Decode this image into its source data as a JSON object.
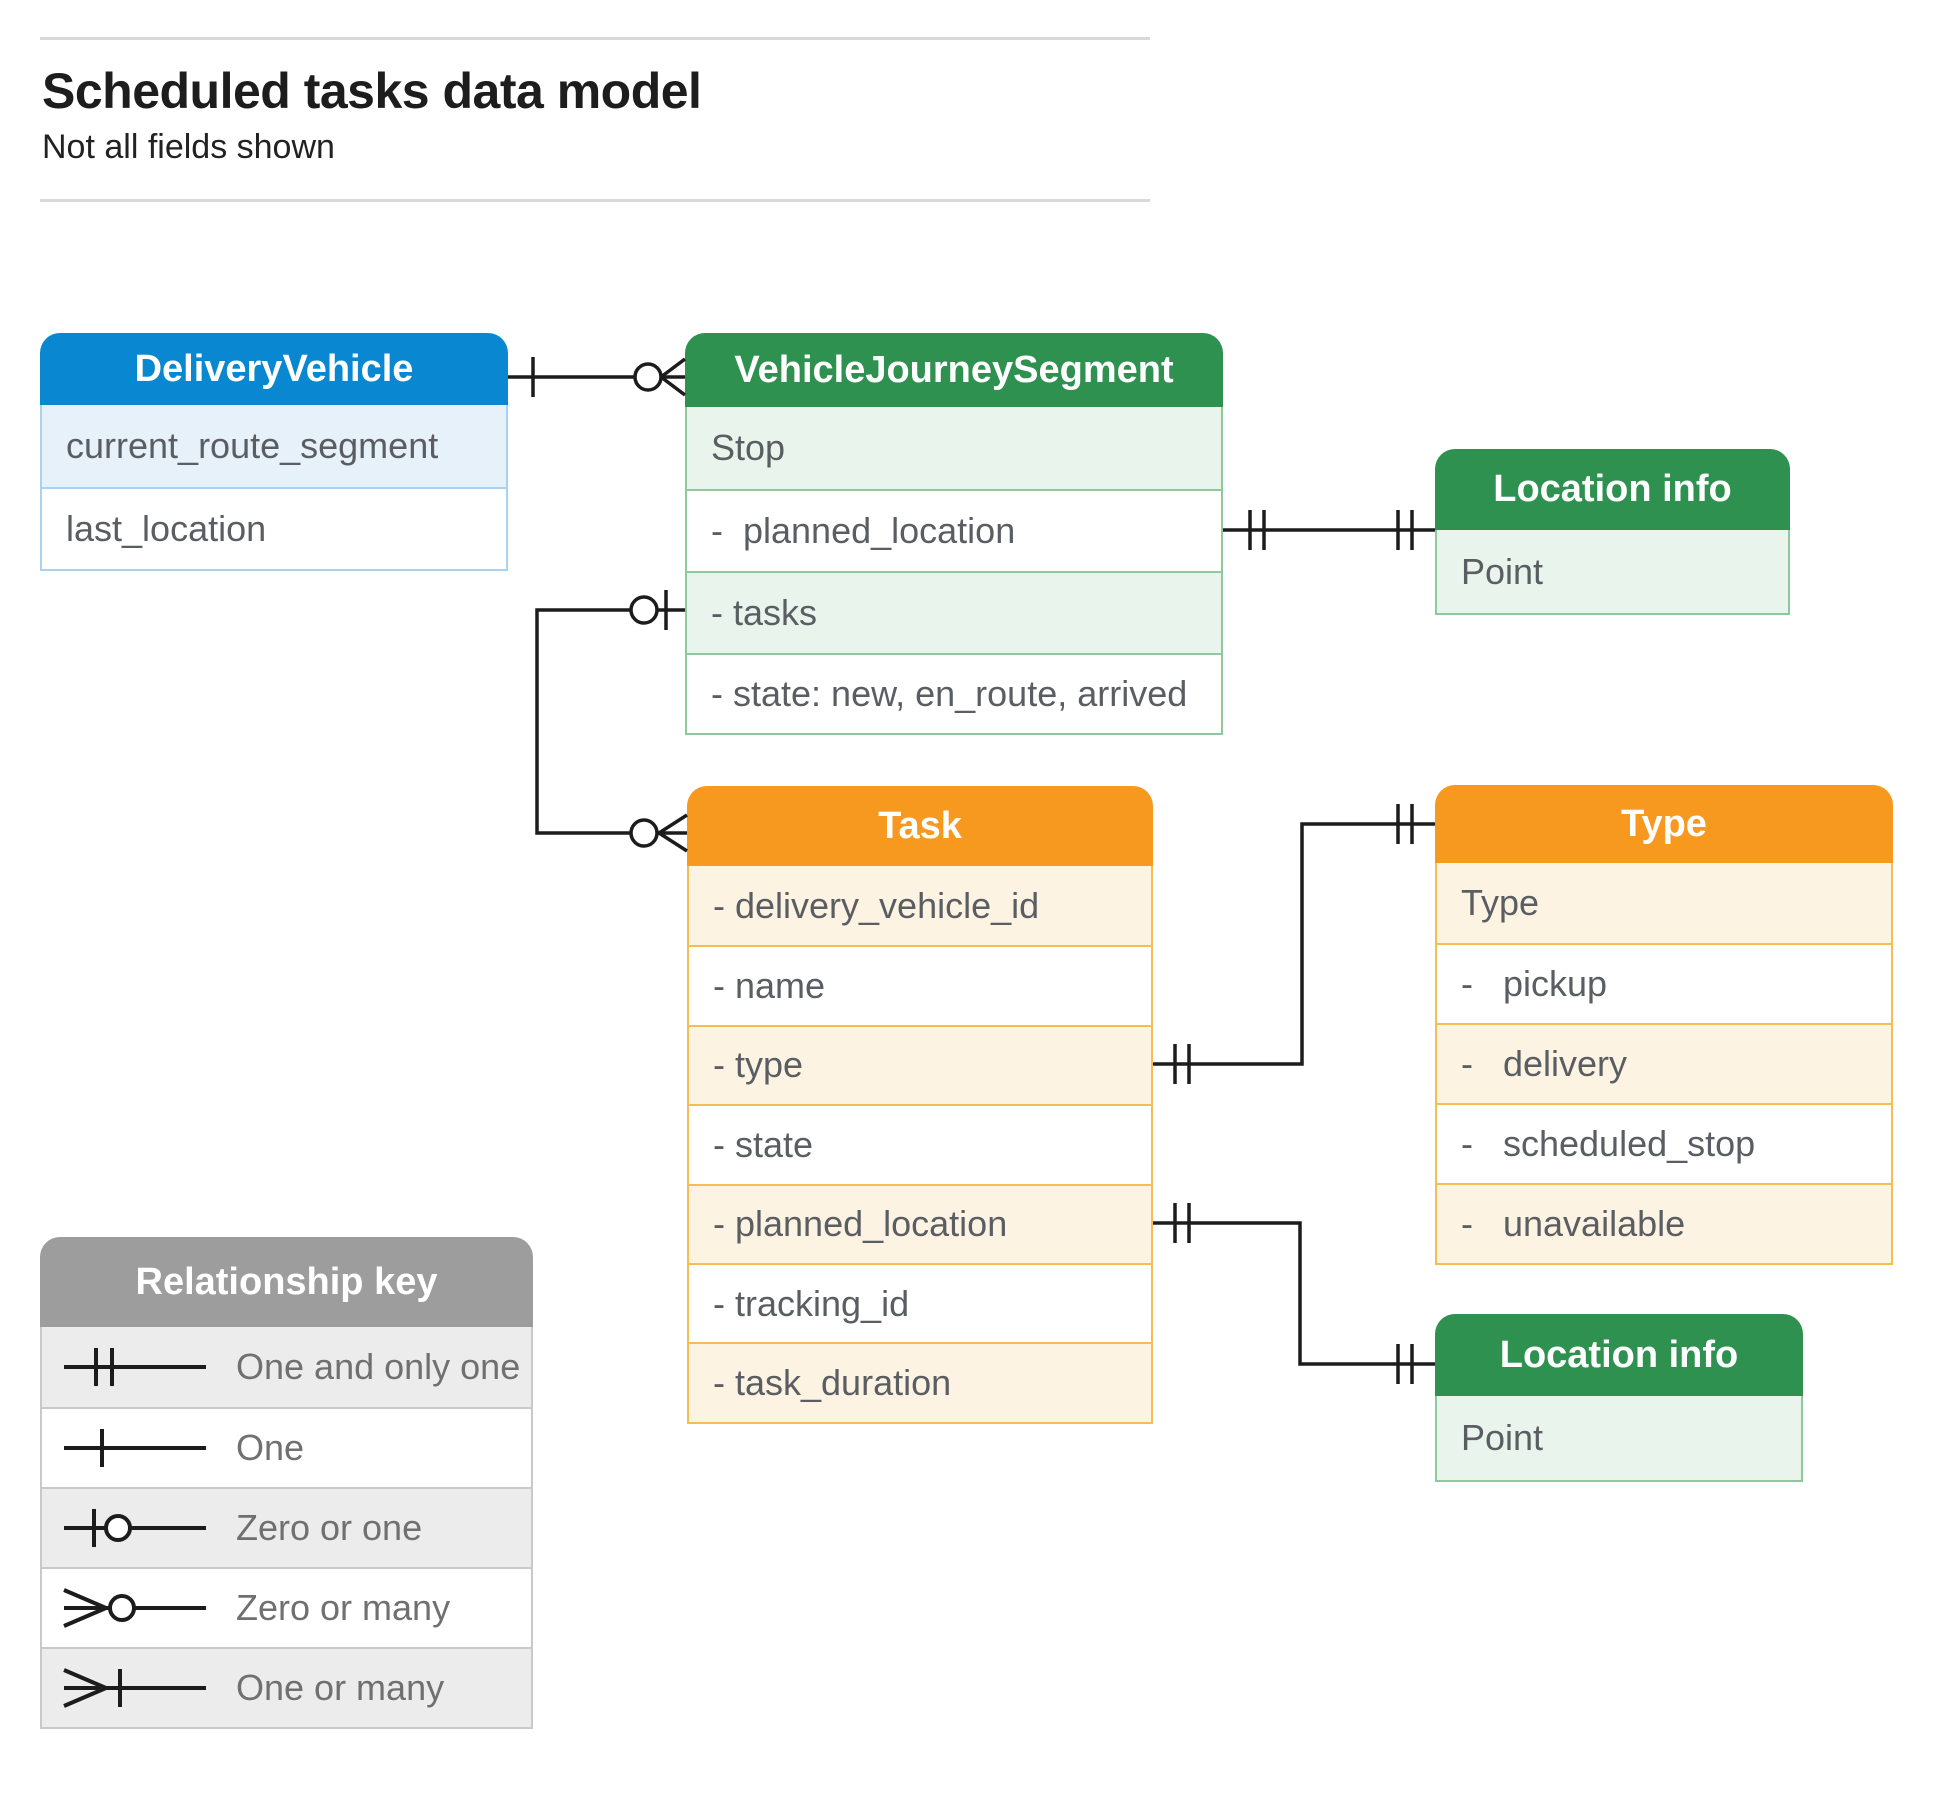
{
  "page": {
    "title": "Scheduled tasks data model",
    "subtitle": "Not all fields shown"
  },
  "colors": {
    "delivery_vehicle_header": "#0a87d1",
    "journey_segment_header": "#2e9150",
    "location_info_header": "#2e9150",
    "task_header": "#f8991f",
    "type_header": "#f8991f",
    "relationship_key_header": "#9d9d9d",
    "connector_line": "#1c1c1c",
    "field_text": "#5a5e63"
  },
  "entities": {
    "delivery_vehicle": {
      "title": "DeliveryVehicle",
      "rows": [
        "current_route_segment",
        "last_location"
      ]
    },
    "vehicle_journey_segment": {
      "title": "VehicleJourneySegment",
      "rows": [
        "Stop",
        "-  planned_location",
        "- tasks",
        "- state: new, en_route, arrived"
      ]
    },
    "location_info_top": {
      "title": "Location info",
      "rows": [
        "Point"
      ]
    },
    "task": {
      "title": "Task",
      "rows": [
        "- delivery_vehicle_id",
        "- name",
        "- type",
        "- state",
        "- planned_location",
        "- tracking_id",
        "- task_duration"
      ]
    },
    "type": {
      "title": "Type",
      "rows": [
        "Type",
        "-   pickup",
        "-   delivery",
        "-   scheduled_stop",
        "-   unavailable"
      ]
    },
    "location_info_bottom": {
      "title": "Location info",
      "rows": [
        "Point"
      ]
    }
  },
  "relationship_key": {
    "title": "Relationship key",
    "items": [
      {
        "symbol": "one-and-only-one",
        "label": "One and only one"
      },
      {
        "symbol": "one",
        "label": "One"
      },
      {
        "symbol": "zero-or-one",
        "label": "Zero or one"
      },
      {
        "symbol": "zero-or-many",
        "label": "Zero or many"
      },
      {
        "symbol": "one-or-many",
        "label": "One or many"
      }
    ]
  }
}
